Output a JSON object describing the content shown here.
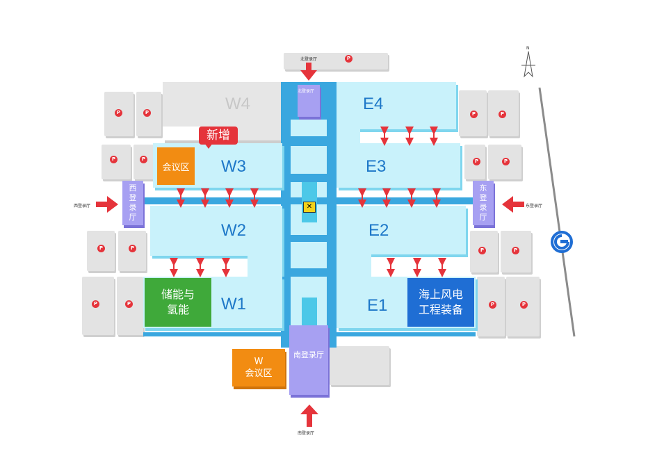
{
  "halls": {
    "w4": "W4",
    "w3": "W3",
    "w2": "W2",
    "w1": "W1",
    "e4": "E4",
    "e3": "E3",
    "e2": "E2",
    "e1": "E1"
  },
  "zones": {
    "meeting_area": "会议区",
    "new_badge": "新增",
    "storage_line1": "储能与",
    "storage_line2": "氢能",
    "offshore_line1": "海上风电",
    "offshore_line2": "工程装备",
    "w_meeting_line1": "W",
    "w_meeting_line2": "会议区"
  },
  "lobbies": {
    "north": "北登录厅",
    "north_small": "北登录厅",
    "west_chars": [
      "西",
      "登",
      "录",
      "厅"
    ],
    "west_small": "西登录厅",
    "east_chars": [
      "东",
      "登",
      "录",
      "厅"
    ],
    "east_small": "东登录厅",
    "south": "南登录厅",
    "south_small": "南登录厅"
  },
  "parking": {
    "label": "P"
  },
  "compass": {
    "label": "N"
  },
  "icons": {
    "metro": "subway-icon",
    "restaurant": "restaurant-icon"
  },
  "colors": {
    "hall": "#c9f2fb",
    "hall_text": "#1e78c8",
    "lobby": "#a7a0f2",
    "corridor": "#3aa7df",
    "arrow": "#e5343b",
    "meeting": "#f28c12",
    "storage": "#3fa93a",
    "offshore": "#1f6ed4",
    "badge": "#e5343b"
  }
}
